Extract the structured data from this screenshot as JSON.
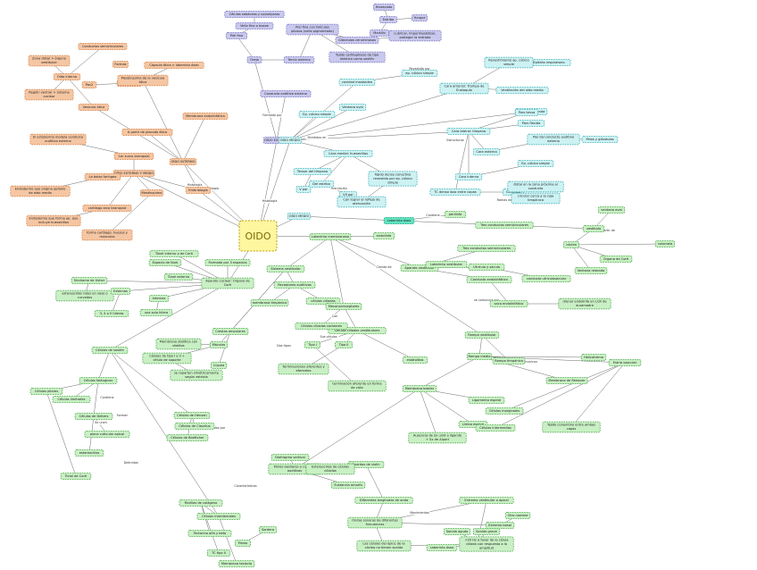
{
  "colors": {
    "orange": "#f5c6a3",
    "orange_stroke": "#d07a3c",
    "purple": "#c9c8ee",
    "purple_stroke": "#6e6bb8",
    "cyan": "#cdf2f3",
    "cyan_stroke": "#2fa6ad",
    "green": "#c9f0c4",
    "green_stroke": "#3c9b3c",
    "teal": "#5fe3c0",
    "teal_stroke": "#1e9a7a",
    "root": "#fff6a0",
    "root_stroke": "#b9a300"
  },
  "root": "OIDO",
  "nodes": [
    {
      "id": "n1",
      "t": "Hioescado",
      "c": "purple"
    },
    {
      "id": "n2",
      "t": "Estribo",
      "c": "purple"
    },
    {
      "id": "n3",
      "t": "Yunque",
      "c": "purple"
    },
    {
      "id": "n4",
      "t": "Martillo",
      "c": "purple"
    },
    {
      "id": "n5",
      "t": "Cámcula",
      "c": "purple"
    },
    {
      "id": "n6",
      "t": "Células sebáceas y sudoríparas",
      "c": "purple"
    },
    {
      "id": "n7",
      "t": "Vello fino o bozoe",
      "c": "purple"
    },
    {
      "id": "n8",
      "t": "Piel fina con folículos pilosos (vello pigmentado)",
      "c": "purple"
    },
    {
      "id": "n9",
      "t": "Glándulas ceruminosas",
      "c": "purple"
    },
    {
      "id": "n10",
      "t": "Lubricar, impermeabilizar, proteger la entrada",
      "c": "purple"
    },
    {
      "id": "n11",
      "t": "Piel fina",
      "c": "purple"
    },
    {
      "id": "n12",
      "t": "Tejido cartilaginoso de tipo elástico como sostén",
      "c": "purple"
    },
    {
      "id": "n13",
      "t": "Oreja",
      "c": "purple"
    },
    {
      "id": "n14",
      "t": "Tercio externo",
      "c": "purple"
    },
    {
      "id": "n15",
      "t": "Conducto auditivo externo",
      "c": "purple"
    },
    {
      "id": "n16",
      "t": "OÍDO EXTERNO",
      "c": "purple"
    },
    {
      "id": "n20",
      "t": "Conductos semicirculares",
      "c": "orange"
    },
    {
      "id": "n21",
      "t": "Zona distal > órgano vestibular",
      "c": "orange"
    },
    {
      "id": "n22",
      "t": "Formas",
      "c": "orange"
    },
    {
      "id": "n23",
      "t": "Oído interno",
      "c": "orange"
    },
    {
      "id": "n24",
      "t": "Pac2",
      "c": "orange"
    },
    {
      "id": "n25",
      "t": "Pax2 y Pax3",
      "c": "orange"
    },
    {
      "id": "n26",
      "t": "Cápsula ótica > laberinto óseo",
      "c": "orange"
    },
    {
      "id": "n27",
      "t": "Región ventral > sistema coclear",
      "c": "orange"
    },
    {
      "id": "n28",
      "t": "Mesénquima de la vesícula ótica",
      "c": "orange"
    },
    {
      "id": "n29",
      "t": "Vesícula ótica",
      "c": "orange"
    },
    {
      "id": "n30",
      "t": "Membrana endolinfática",
      "c": "orange"
    },
    {
      "id": "n31",
      "t": "A partir de placoda ótica",
      "c": "orange"
    },
    {
      "id": "n32",
      "t": "El ectodermo modela conducto auditivo externo",
      "c": "orange"
    },
    {
      "id": "n33",
      "t": "OÍDO INTERNO",
      "c": "orange"
    },
    {
      "id": "n34",
      "t": "OÍDO EXTERNO Y MEDIO",
      "c": "orange"
    },
    {
      "id": "n35",
      "t": "1er surco branquial",
      "c": "orange"
    },
    {
      "id": "n36",
      "t": "La bolsa faríngea",
      "c": "orange"
    },
    {
      "id": "n37",
      "t": "Endodermo que origina epitelio de oído medio",
      "c": "orange"
    },
    {
      "id": "n38",
      "t": "cartílago arco branquial",
      "c": "orange"
    },
    {
      "id": "n39",
      "t": "Endodermo que forma ap. que incluye huesecillos",
      "c": "orange"
    },
    {
      "id": "n40",
      "t": "Mesénquima",
      "c": "orange"
    },
    {
      "id": "n41",
      "t": "forma cartílago, huesos y músculos",
      "c": "orange"
    },
    {
      "id": "n42",
      "t": "Embriología",
      "c": "orange"
    },
    {
      "id": "n50",
      "t": "Epitelio respiratorio",
      "c": "cyan"
    },
    {
      "id": "n51",
      "t": "ep. cúbico simple",
      "c": "cyan"
    },
    {
      "id": "n52",
      "t": "cavidad mastoidea",
      "c": "cyan"
    },
    {
      "id": "n53",
      "t": "Revestimiento ep. cúbico simple",
      "c": "cyan"
    },
    {
      "id": "n54",
      "t": "Ep. cúbico simple",
      "c": "cyan"
    },
    {
      "id": "n55",
      "t": "Cara anterior: Trompa de Eustaquio",
      "c": "cyan"
    },
    {
      "id": "n56",
      "t": "Ventilación del oído medio",
      "c": "cyan"
    },
    {
      "id": "n57",
      "t": "OÍDO MEDIO",
      "c": "cyan"
    },
    {
      "id": "n58",
      "t": "Ventana oval",
      "c": "cyan"
    },
    {
      "id": "n59",
      "t": "Cara lateral: tímpano",
      "c": "cyan"
    },
    {
      "id": "n60",
      "t": "Ventana redonda",
      "c": "cyan"
    },
    {
      "id": "n61",
      "t": "Cara medial: huesecillos",
      "c": "cyan"
    },
    {
      "id": "n62",
      "t": "Tensor del tímpano",
      "c": "cyan"
    },
    {
      "id": "n63",
      "t": "Tejido denso conectivo revestido por ep. cúbico simple",
      "c": "cyan"
    },
    {
      "id": "n64",
      "t": "Del estribo",
      "c": "cyan"
    },
    {
      "id": "n65",
      "t": "V par",
      "c": "cyan"
    },
    {
      "id": "n66",
      "t": "Cara interna",
      "c": "cyan"
    },
    {
      "id": "n67",
      "t": "VII par",
      "c": "cyan"
    },
    {
      "id": "n68",
      "t": "Can lograr el reflejo de atenuación",
      "c": "cyan"
    },
    {
      "id": "n69",
      "t": "TC denso laxo entre capas",
      "c": "cyan"
    },
    {
      "id": "n70",
      "t": "Ep. cúbico simple",
      "c": "cyan"
    },
    {
      "id": "n71",
      "t": "Pars tensa",
      "c": "cyan"
    },
    {
      "id": "n72",
      "t": "Pars flácida",
      "c": "cyan"
    },
    {
      "id": "n73",
      "t": "Cartílago",
      "c": "cyan"
    },
    {
      "id": "n74",
      "t": "circular cerca a la caja timpánica",
      "c": "cyan"
    },
    {
      "id": "n75",
      "t": "distal en la zona próxima al conducto",
      "c": "cyan"
    },
    {
      "id": "n76",
      "t": "Piel del conducto auditivo externo",
      "c": "cyan"
    },
    {
      "id": "n77",
      "t": "Pelos y glándulas",
      "c": "cyan"
    },
    {
      "id": "n78",
      "t": "Cara externa",
      "c": "cyan"
    },
    {
      "id": "n79",
      "t": "OÍDO MEDIO",
      "c": "cyan"
    },
    {
      "id": "n80",
      "t": "Laberinto óseo",
      "c": "teal"
    },
    {
      "id": "n90",
      "t": "Laberinto membranoso",
      "c": "green"
    },
    {
      "id": "n91",
      "t": "perilinfa",
      "c": "green"
    },
    {
      "id": "n92",
      "t": "endolinfa",
      "c": "green"
    },
    {
      "id": "n93",
      "t": "Tres conductos semicirculares",
      "c": "green"
    },
    {
      "id": "n94",
      "t": "vestíbulo",
      "c": "green"
    },
    {
      "id": "n95",
      "t": "ventana oval",
      "c": "green"
    },
    {
      "id": "n96",
      "t": "cóclea",
      "c": "green"
    },
    {
      "id": "n97",
      "t": "columela",
      "c": "green"
    },
    {
      "id": "n98",
      "t": "Órgano de Corti",
      "c": "green"
    },
    {
      "id": "n99",
      "t": "Ventana redonda",
      "c": "green"
    },
    {
      "id": "n100",
      "t": "Túnel interno o de Corti",
      "c": "green"
    },
    {
      "id": "n101",
      "t": "Espacio de Nuel",
      "c": "green"
    },
    {
      "id": "n102",
      "t": "Formado por 3 espacios",
      "c": "green"
    },
    {
      "id": "n103",
      "t": "Túnel externo",
      "c": "green"
    },
    {
      "id": "n104",
      "t": "Aparato coclear: Órgano de Corti",
      "c": "green"
    },
    {
      "id": "n105",
      "t": "Sistema vestibular",
      "c": "green"
    },
    {
      "id": "n106",
      "t": "Receptores auditivos",
      "c": "green"
    },
    {
      "id": "n107",
      "t": "Síndrome de Usher",
      "c": "green"
    },
    {
      "id": "n108",
      "t": "estereocilios rotos en vaso o curvados",
      "c": "green"
    },
    {
      "id": "n109",
      "t": "Externas",
      "c": "green"
    },
    {
      "id": "n110",
      "t": "Internas",
      "c": "green"
    },
    {
      "id": "n111",
      "t": "3, 4 o 5 hileras",
      "c": "green"
    },
    {
      "id": "n112",
      "t": "una sola hilera",
      "c": "green"
    },
    {
      "id": "n113",
      "t": "membrana timpánica",
      "c": "green"
    },
    {
      "id": "n114",
      "t": "células ciliadas",
      "c": "green"
    },
    {
      "id": "n115",
      "t": "Aparato vestibular",
      "c": "green"
    },
    {
      "id": "n116",
      "t": "Tres conductos semicirculares",
      "c": "green"
    },
    {
      "id": "n117",
      "t": "Utrículo y sáculo",
      "c": "green"
    },
    {
      "id": "n118",
      "t": "Laberinto vestibular",
      "c": "green"
    },
    {
      "id": "n119",
      "t": "Conducto endolinfático",
      "c": "green"
    },
    {
      "id": "n120",
      "t": "conducto utriculosacular",
      "c": "green"
    },
    {
      "id": "n121",
      "t": "saco endolinfático",
      "c": "green"
    },
    {
      "id": "n122",
      "t": "drenar endolinfa en LCR de duramadre",
      "c": "green"
    },
    {
      "id": "n123",
      "t": "Mecanorreceptores",
      "c": "green"
    },
    {
      "id": "n124",
      "t": "Células ciliadas vestibulares",
      "c": "green"
    },
    {
      "id": "n125",
      "t": "Células ciliadas cocleares",
      "c": "green"
    },
    {
      "id": "n126",
      "t": "Crestas ampulares",
      "c": "green"
    },
    {
      "id": "n127",
      "t": "Máculas",
      "c": "green"
    },
    {
      "id": "n128",
      "t": "Membrana otolítica con otolitos",
      "c": "green"
    },
    {
      "id": "n129",
      "t": "Células de sostén",
      "c": "green"
    },
    {
      "id": "n130",
      "t": "Tipo I",
      "c": "green"
    },
    {
      "id": "n131",
      "t": "Tipo II",
      "c": "green"
    },
    {
      "id": "n132",
      "t": "Cúpula",
      "c": "green"
    },
    {
      "id": "n133",
      "t": "Células de tipo I y II + célula de soporte",
      "c": "green"
    },
    {
      "id": "n134",
      "t": "Terminaciones aferentes y eferentes",
      "c": "green"
    },
    {
      "id": "n135",
      "t": "terminación aferente en forma de cáliz",
      "c": "green"
    },
    {
      "id": "n136",
      "t": "estatolitos",
      "c": "green"
    },
    {
      "id": "n137",
      "t": "se reparten simétricamente según estriola",
      "c": "green"
    },
    {
      "id": "n138",
      "t": "Células falángicas",
      "c": "green"
    },
    {
      "id": "n139",
      "t": "Células pilares",
      "c": "green"
    },
    {
      "id": "n140",
      "t": "Células limítrofes",
      "c": "green"
    },
    {
      "id": "n141",
      "t": "Células de Hensen",
      "c": "green"
    },
    {
      "id": "n142",
      "t": "Células de Claudius",
      "c": "green"
    },
    {
      "id": "n143",
      "t": "Células de Boettcher",
      "c": "green"
    },
    {
      "id": "n144",
      "t": "Células de Deiters",
      "c": "green"
    },
    {
      "id": "n145",
      "t": "placa cuticular apical",
      "c": "green"
    },
    {
      "id": "n146",
      "t": "Túnel de Corti",
      "c": "green"
    },
    {
      "id": "n147",
      "t": "estereocilios",
      "c": "green"
    },
    {
      "id": "n148",
      "t": "Células interdentales",
      "c": "green"
    },
    {
      "id": "n149",
      "t": "Membrana tectoria",
      "c": "green"
    },
    {
      "id": "n150",
      "t": "Rampa vestibular",
      "c": "green"
    },
    {
      "id": "n151",
      "t": "Rampa media",
      "c": "green"
    },
    {
      "id": "n152",
      "t": "Rampa timpánica",
      "c": "green"
    },
    {
      "id": "n153",
      "t": "Membrana de Reissner",
      "c": "green"
    },
    {
      "id": "n154",
      "t": "Estría vascular",
      "c": "green"
    },
    {
      "id": "n155",
      "t": "Helicotrema",
      "c": "green"
    },
    {
      "id": "n156",
      "t": "Membrana basilar",
      "c": "green"
    },
    {
      "id": "n157",
      "t": "Ligamento espiral",
      "c": "green"
    },
    {
      "id": "n158",
      "t": "Limbo espiral",
      "c": "green"
    },
    {
      "id": "n159",
      "t": "Células marginales",
      "c": "green"
    },
    {
      "id": "n160",
      "t": "Células intermedias",
      "c": "green"
    },
    {
      "id": "n161",
      "t": "Tejido conjuntivo entre ambas capas",
      "c": "green"
    },
    {
      "id": "n162",
      "t": "Ausencia de Sx unid a ligando + Sx de Alport",
      "c": "green"
    },
    {
      "id": "n163",
      "t": "Fibras basilares o cuerdas auditivas",
      "c": "green"
    },
    {
      "id": "n164",
      "t": "Sustancia amorfa",
      "c": "green"
    },
    {
      "id": "n165",
      "t": "Diafragma vertical",
      "c": "green"
    },
    {
      "id": "n166",
      "t": "Fibrillas de colágeno",
      "c": "green"
    },
    {
      "id": "n167",
      "t": "Tectorina alfa y beta",
      "c": "green"
    },
    {
      "id": "n168",
      "t": "TC tipo II",
      "c": "green"
    },
    {
      "id": "n169",
      "t": "Sordera",
      "c": "green"
    },
    {
      "id": "n170",
      "t": "Fibras",
      "c": "green"
    },
    {
      "id": "n171",
      "t": "Cuerdas de violín",
      "c": "green"
    },
    {
      "id": "n172",
      "t": "Estereocilios de células ciliadas",
      "c": "green"
    },
    {
      "id": "n173",
      "t": "Diferentes longitudes de onda",
      "c": "green"
    },
    {
      "id": "n174",
      "t": "Ondas sonoras de diferentes frecuencias",
      "c": "green"
    },
    {
      "id": "n175",
      "t": "Extremo vestibular o apical",
      "c": "green"
    },
    {
      "id": "n176",
      "t": "Extremo basal",
      "c": "green"
    },
    {
      "id": "n177",
      "t": "Otro nombre",
      "c": "green"
    },
    {
      "id": "n178",
      "t": "Laberinto óseo",
      "c": "green"
    },
    {
      "id": "n179",
      "t": "sonotopía",
      "c": "green"
    },
    {
      "id": "n180",
      "t": "Sonido agudo",
      "c": "green"
    },
    {
      "id": "n181",
      "t": "Sonido grave",
      "c": "green"
    },
    {
      "id": "n182",
      "t": "Las células del ápice de la cóclea no tienen sonido",
      "c": "green"
    },
    {
      "id": "n183",
      "t": "<20 Hz a favor de la célula ciliada con respuesta a la amplitud",
      "c": "green"
    }
  ],
  "links": [
    {
      "id": "l1",
      "t": "Formado por"
    },
    {
      "id": "l2",
      "t": "Contiene"
    },
    {
      "id": "l3",
      "t": "Consta de"
    },
    {
      "id": "l4",
      "t": "Revestido por"
    },
    {
      "id": "l5",
      "t": "Estructuras"
    },
    {
      "id": "l6",
      "t": "Divididos en"
    },
    {
      "id": "l7",
      "t": "Con"
    },
    {
      "id": "l8",
      "t": "Función"
    },
    {
      "id": "l9",
      "t": "Sus células"
    },
    {
      "id": "l10",
      "t": "Histología"
    },
    {
      "id": "l11",
      "t": "Embriología"
    },
    {
      "id": "l12",
      "t": "Histología"
    },
    {
      "id": "l13",
      "t": "Separados por"
    },
    {
      "id": "l14",
      "t": "Se comunican"
    },
    {
      "id": "l15",
      "t": "Características"
    },
    {
      "id": "l16",
      "t": "Dos tipos"
    },
    {
      "id": "l17",
      "t": "Sobre"
    },
    {
      "id": "l18",
      "t": "Forman"
    },
    {
      "id": "l19",
      "t": "Contiene"
    },
    {
      "id": "l20",
      "t": "Se unen"
    },
    {
      "id": "l21",
      "t": "Delimitan"
    },
    {
      "id": "l22",
      "t": "Inervación"
    },
    {
      "id": "l23",
      "t": "Ramas de"
    },
    {
      "id": "l24",
      "t": "se comunica por"
    },
    {
      "id": "l25",
      "t": "Movimientos"
    },
    {
      "id": "l26",
      "t": "a partir de"
    }
  ]
}
